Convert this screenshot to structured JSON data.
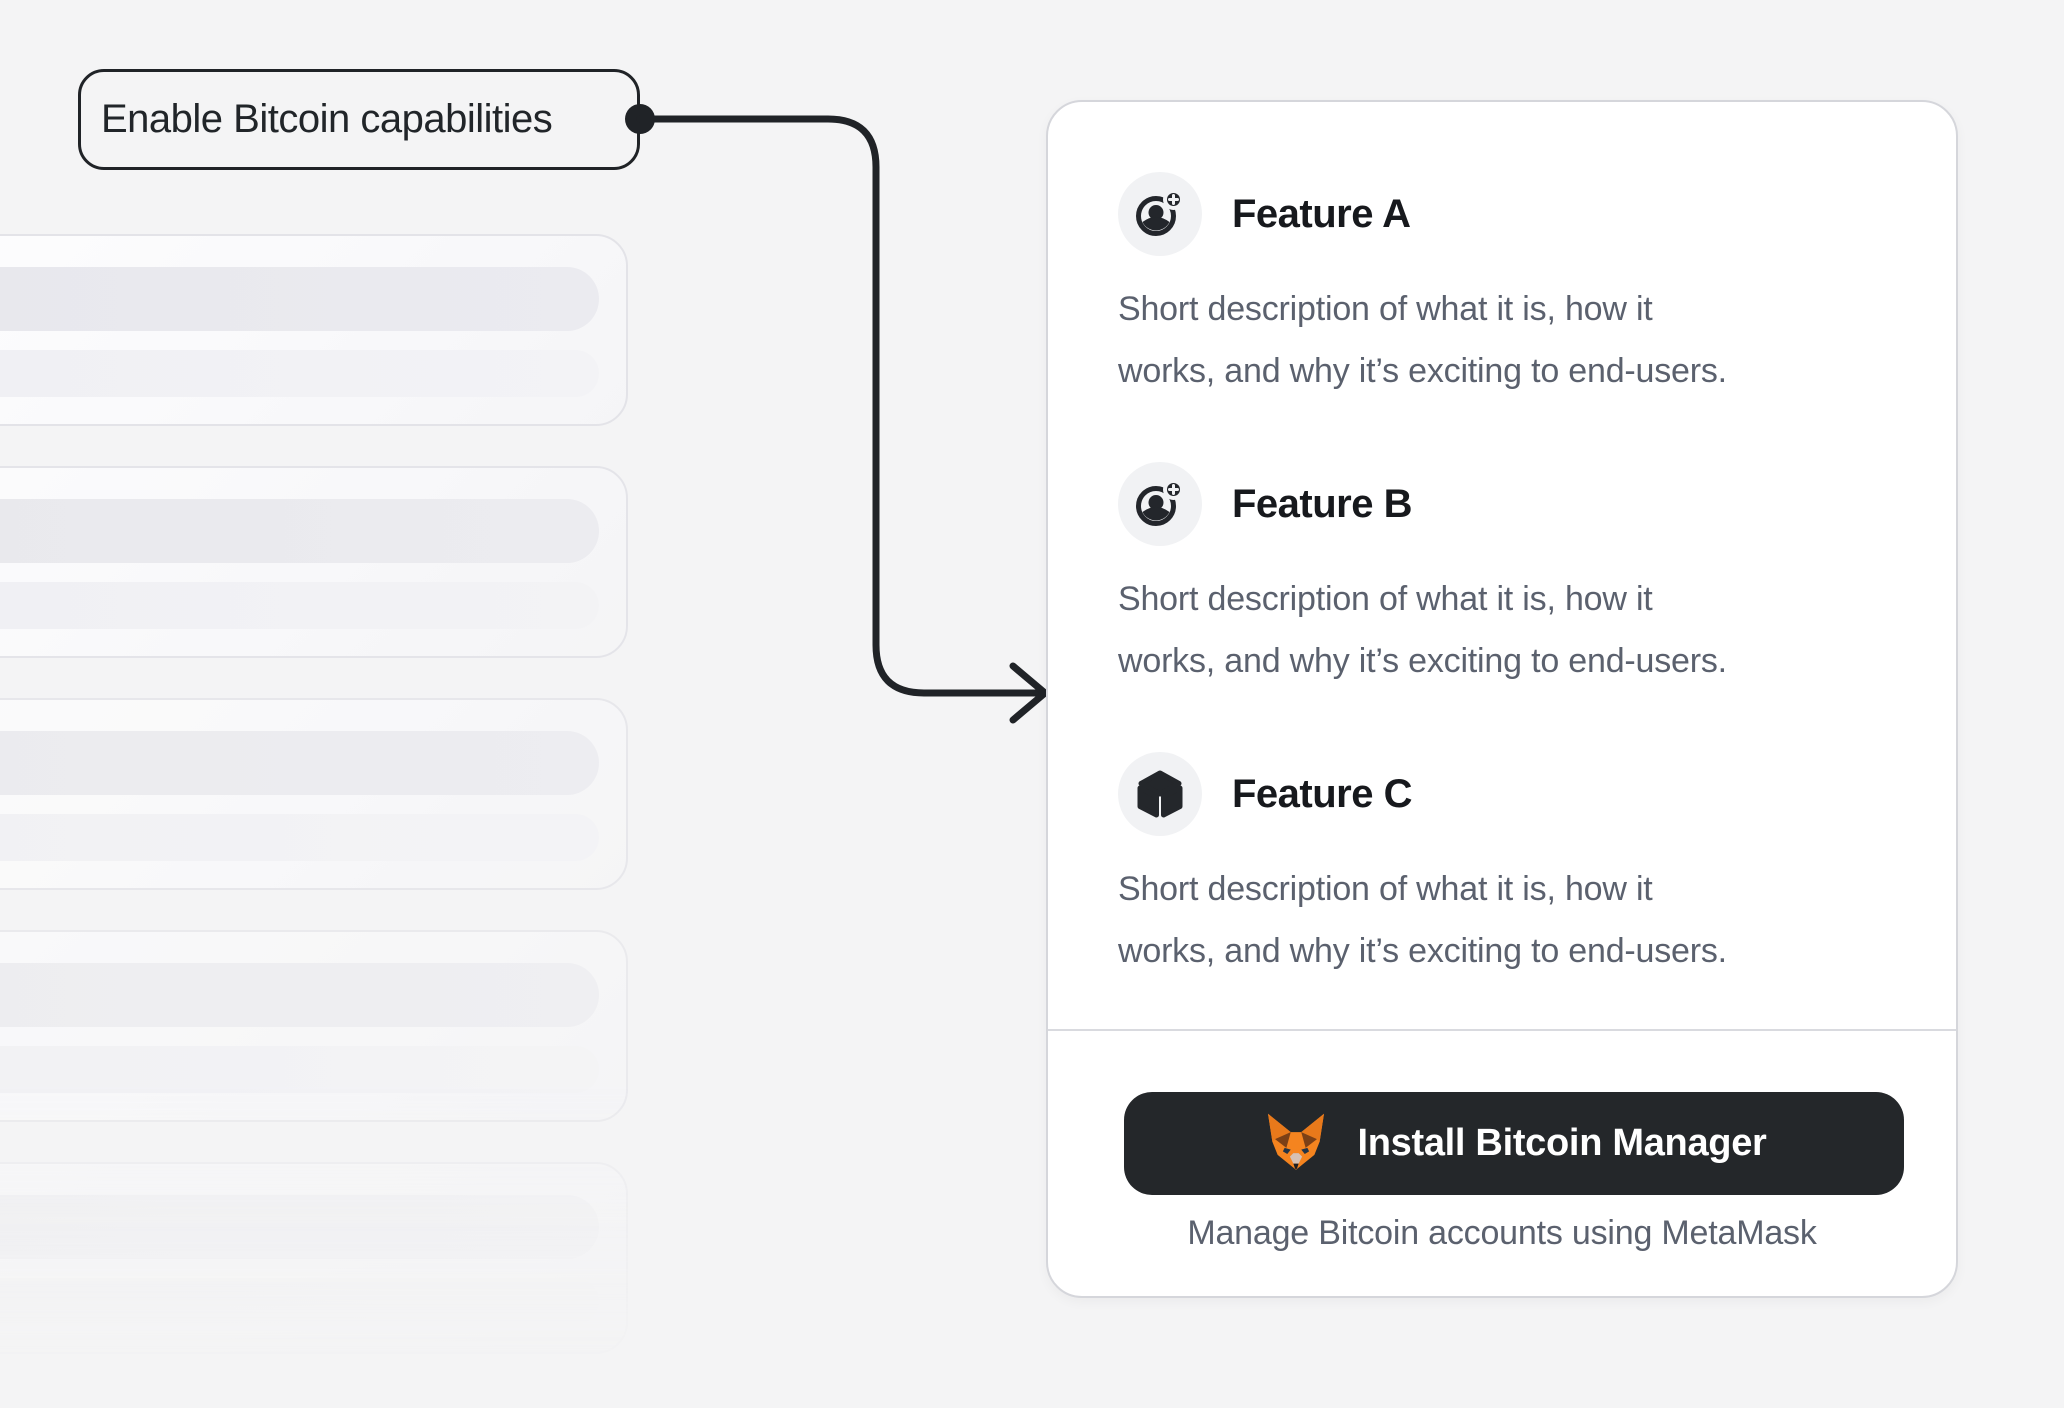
{
  "callout": {
    "label": "Enable Bitcoin capabilities"
  },
  "skeleton_panel": {
    "card_count": 5,
    "bars_per_card": 2,
    "note_visual": "placeholder-cards-cut-off-left-fading-bottom"
  },
  "features_card": {
    "features": [
      {
        "title": "Feature A",
        "icon": "account-add-icon",
        "desc_line1": "Short description of what it is, how it",
        "desc_line2": "works, and why it’s exciting to end-users."
      },
      {
        "title": "Feature B",
        "icon": "account-add-icon",
        "desc_line1": "Short description of what it is, how it",
        "desc_line2": "works, and why it’s exciting to end-users."
      },
      {
        "title": "Feature C",
        "icon": "cube-icon",
        "desc_line1": "Short description of what it is, how it",
        "desc_line2": "works, and why it’s exciting to end-users."
      }
    ],
    "install_button": {
      "label": "Install Bitcoin Manager",
      "icon": "metamask-fox-icon"
    },
    "caption": "Manage Bitcoin accounts using MetaMask"
  },
  "colors": {
    "page_bg": "#f4f4f5",
    "ink": "#202327",
    "title": "#17191d",
    "body_text": "#5b616e",
    "card_border": "#d5d6db",
    "divider": "#d9dadf",
    "button_bg": "#24272a",
    "icon_circle_bg": "#f1f2f4",
    "metamask_orange": "#f5841f"
  }
}
